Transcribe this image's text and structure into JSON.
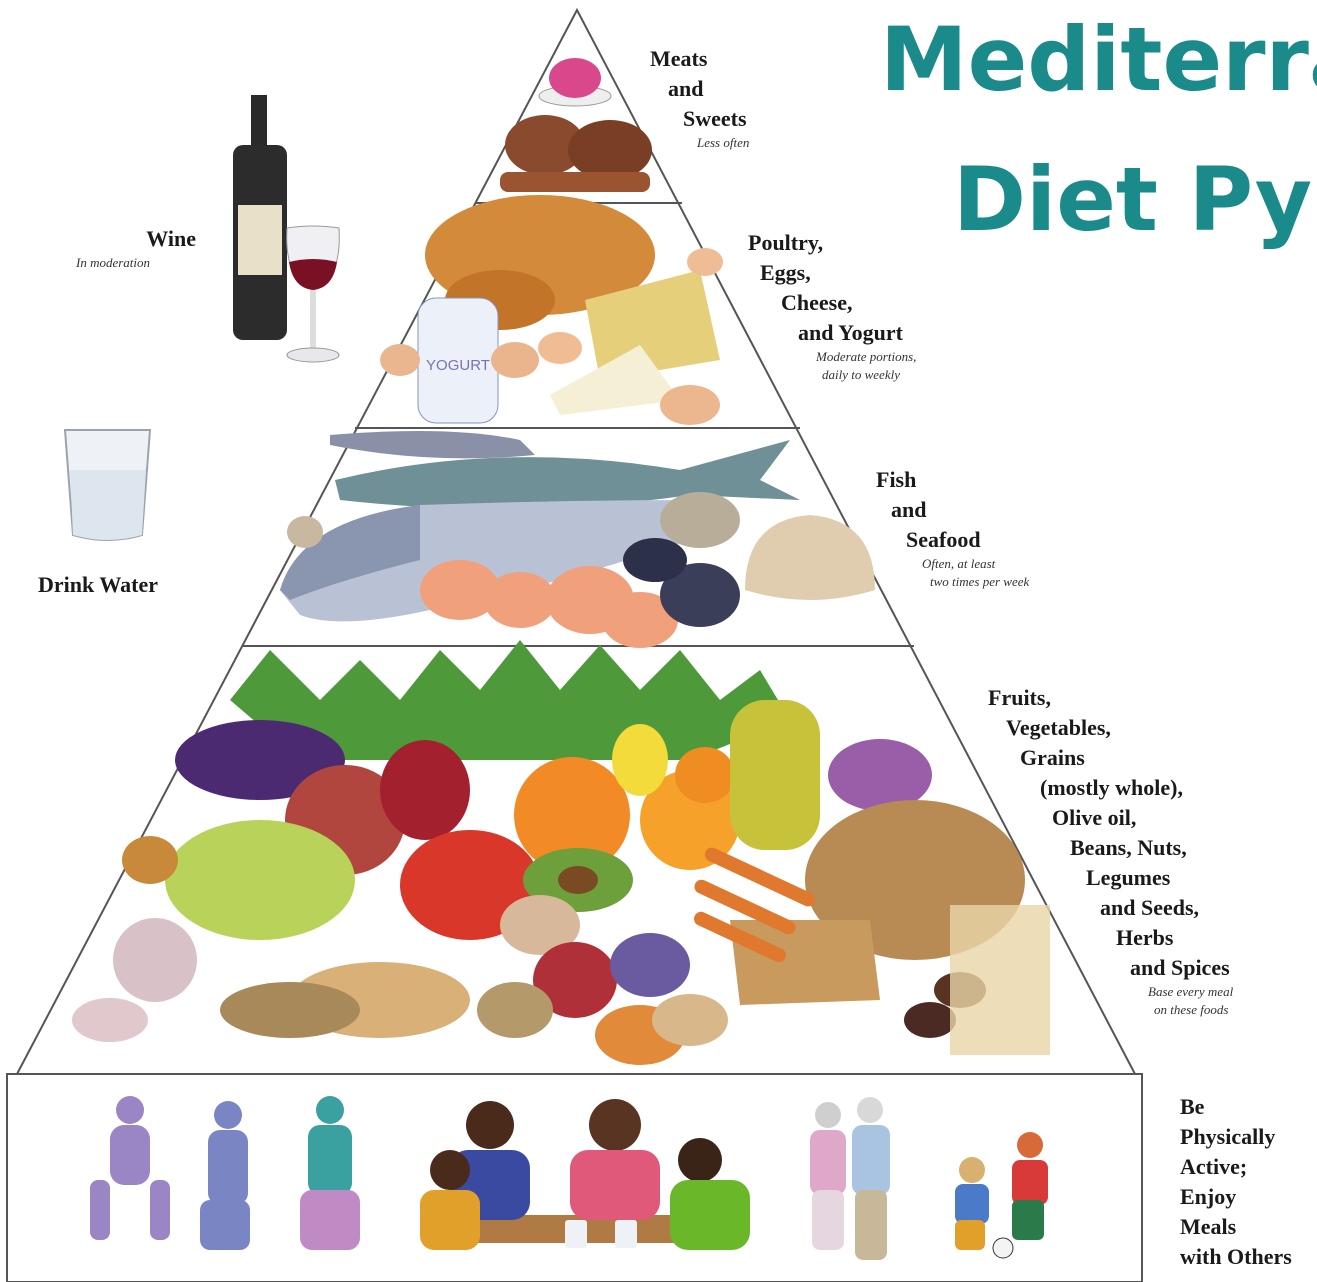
{
  "title": [
    "Mediterranean",
    "Diet Pyramid"
  ],
  "tiers": [
    {
      "key": "meats",
      "lines": [
        "Meats",
        "and",
        "Sweets"
      ],
      "note": [
        "Less often"
      ]
    },
    {
      "key": "poultry",
      "lines": [
        "Poultry,",
        "Eggs,",
        "Cheese,",
        "and Yogurt"
      ],
      "note": [
        "Moderate portions,",
        "daily to weekly"
      ]
    },
    {
      "key": "fish",
      "lines": [
        "Fish",
        "and",
        "Seafood"
      ],
      "note": [
        "Often, at least",
        "two times per week"
      ]
    },
    {
      "key": "base",
      "lines": [
        "Fruits,",
        "Vegetables,",
        "Grains",
        "(mostly whole),",
        "Olive oil,",
        "Beans, Nuts,",
        "Legumes",
        "and Seeds,",
        "Herbs",
        "and Spices"
      ],
      "note": [
        "Base every meal",
        "on these foods"
      ]
    },
    {
      "key": "activity",
      "lines": [
        "Be",
        "Physically",
        "Active;",
        "Enjoy",
        "Meals",
        "with Others"
      ],
      "note": []
    }
  ],
  "side": {
    "wine": {
      "label": "Wine",
      "note": "In moderation"
    },
    "water": {
      "label": "Drink Water"
    }
  },
  "colors": {
    "title": "#1a8a8a",
    "outline": "#555555"
  }
}
